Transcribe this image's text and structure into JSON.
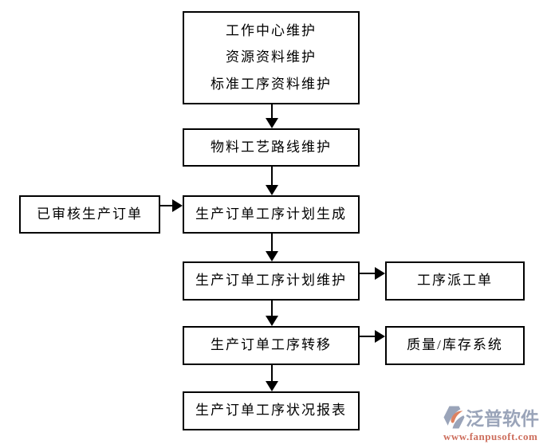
{
  "diagram": {
    "type": "flowchart",
    "nodes": {
      "master": {
        "lines": [
          "工作中心维护",
          "资源资料维护",
          "标准工序资料维护"
        ]
      },
      "routing": {
        "label": "物料工艺路线维护"
      },
      "approved_order": {
        "label": "已审核生产订单"
      },
      "plan_generate": {
        "label": "生产订单工序计划生成"
      },
      "plan_maintain": {
        "label": "生产订单工序计划维护"
      },
      "dispatch": {
        "label": "工序派工单"
      },
      "transfer": {
        "label": "生产订单工序转移"
      },
      "quality": {
        "label": "质量/库存系统"
      },
      "report": {
        "label": "生产订单工序状况报表"
      }
    },
    "edges": [
      {
        "from": "master",
        "to": "routing",
        "direction": "down"
      },
      {
        "from": "routing",
        "to": "plan_generate",
        "direction": "down"
      },
      {
        "from": "approved_order",
        "to": "plan_generate",
        "direction": "right"
      },
      {
        "from": "plan_generate",
        "to": "plan_maintain",
        "direction": "down"
      },
      {
        "from": "plan_maintain",
        "to": "dispatch",
        "direction": "right"
      },
      {
        "from": "plan_maintain",
        "to": "transfer",
        "direction": "down"
      },
      {
        "from": "transfer",
        "to": "quality",
        "direction": "right"
      },
      {
        "from": "transfer",
        "to": "report",
        "direction": "down"
      }
    ]
  },
  "watermark": {
    "brand": "泛普软件",
    "url": "www.fanpusoft.com",
    "brand_color": "#9aa4b9",
    "url_color": "#cd6e5d",
    "icon": "fanpu-logo-icon"
  },
  "colors": {
    "background": "#ffffff",
    "box_border": "#000000",
    "text": "#000000",
    "arrow": "#000000"
  }
}
